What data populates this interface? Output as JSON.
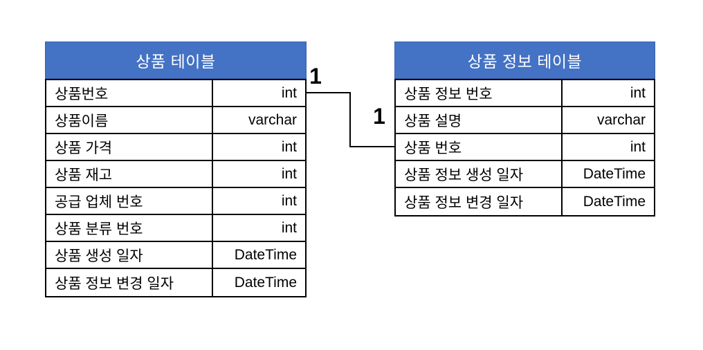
{
  "diagram": {
    "background_color": "#ffffff",
    "accent_color": "#4472C4",
    "border_color": "#000000",
    "relationship": {
      "left_cardinality": "1",
      "right_cardinality": "1",
      "from_table": "상품 테이블",
      "from_column": "상품번호",
      "to_table": "상품 정보 테이블",
      "to_column": "상품 번호"
    },
    "tables": [
      {
        "title": "상품 테이블",
        "columns": [
          {
            "name": "상품번호",
            "type": "int"
          },
          {
            "name": "상품이름",
            "type": "varchar"
          },
          {
            "name": "상품 가격",
            "type": "int"
          },
          {
            "name": "상품 재고",
            "type": "int"
          },
          {
            "name": "공급 업체 번호",
            "type": "int"
          },
          {
            "name": "상품 분류 번호",
            "type": "int"
          },
          {
            "name": "상품 생성 일자",
            "type": "DateTime"
          },
          {
            "name": "상품 정보 변경 일자",
            "type": "DateTime"
          }
        ]
      },
      {
        "title": "상품 정보 테이블",
        "columns": [
          {
            "name": "상품 정보 번호",
            "type": "int"
          },
          {
            "name": "상품 설명",
            "type": "varchar"
          },
          {
            "name": "상품 번호",
            "type": "int"
          },
          {
            "name": "상품 정보 생성 일자",
            "type": "DateTime"
          },
          {
            "name": "상품 정보 변경 일자",
            "type": "DateTime"
          }
        ]
      }
    ]
  }
}
